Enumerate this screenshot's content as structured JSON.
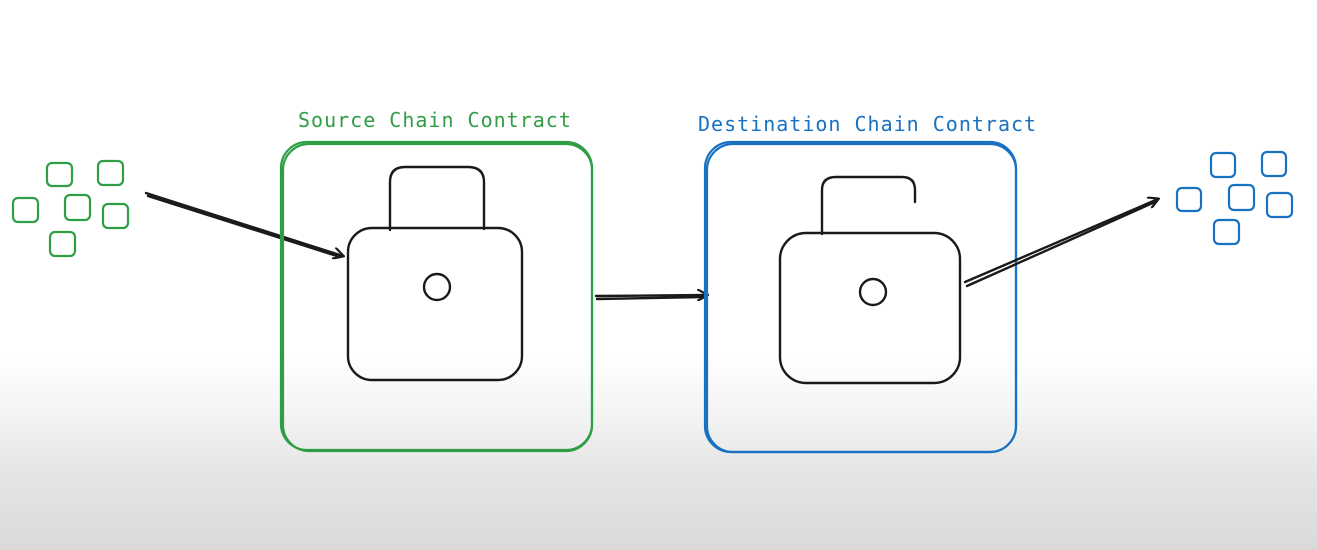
{
  "source": {
    "label": "Source Chain Contract",
    "color": "#2f9e44",
    "lock_state": "locked",
    "icon": "locked-padlock-icon"
  },
  "destination": {
    "label": "Destination Chain Contract",
    "color": "#1971c2",
    "lock_state": "unlocked",
    "icon": "unlocked-padlock-icon"
  },
  "input_tokens": {
    "count": 6,
    "color": "#2f9e44",
    "icon": "token-square-icon"
  },
  "output_tokens": {
    "count": 6,
    "color": "#1971c2",
    "icon": "token-square-icon"
  },
  "arrows": [
    {
      "from": "input-tokens",
      "to": "source-contract",
      "color": "#1a1a1a"
    },
    {
      "from": "source-contract",
      "to": "destination-contract",
      "color": "#1a1a1a"
    },
    {
      "from": "destination-contract",
      "to": "output-tokens",
      "color": "#1a1a1a"
    }
  ]
}
